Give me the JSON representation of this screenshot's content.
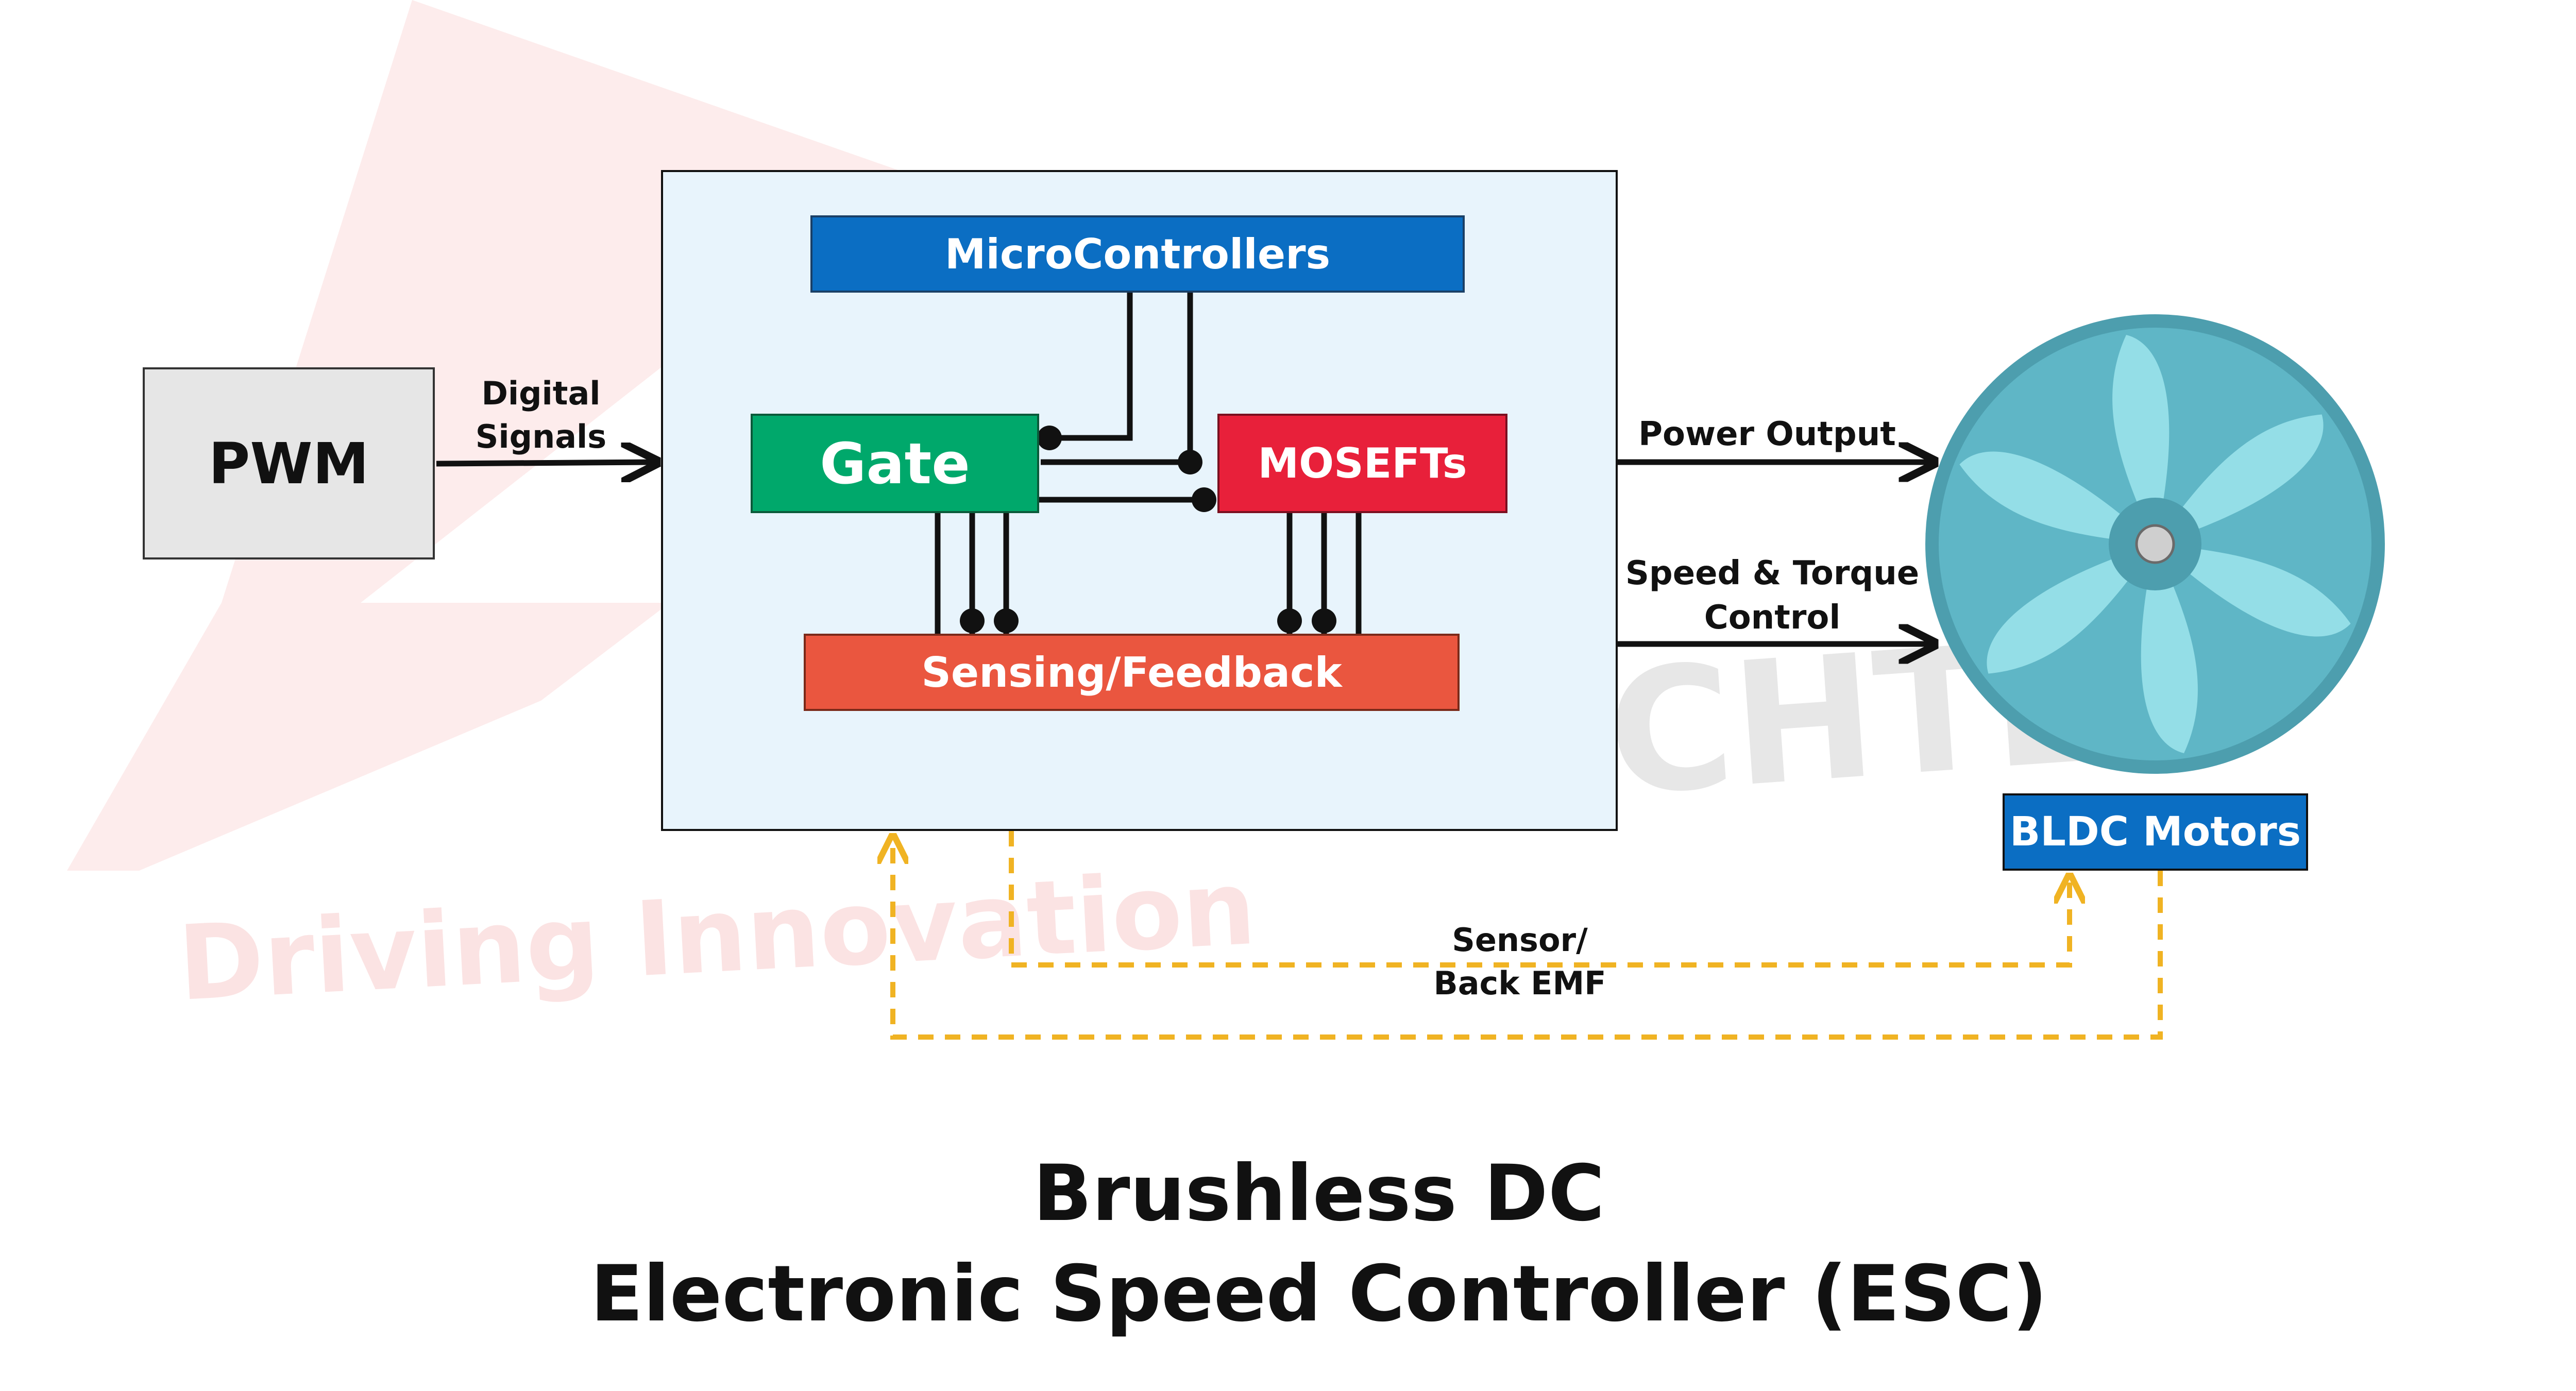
{
  "watermark": {
    "tagline": "Driving Innovation",
    "brand_fragment": "CHTE"
  },
  "blocks": {
    "pwm": "PWM",
    "microcontrollers": "MicroControllers",
    "gate": "Gate",
    "mosfets": "MOSEFTs",
    "sensing": "Sensing/Feedback",
    "bldc": "BLDC Motors"
  },
  "labels": {
    "digital_signals": [
      "Digital",
      "Signals"
    ],
    "power_output": "Power Output",
    "speed_torque": [
      "Speed & Torque",
      "Control"
    ],
    "sensor_back_emf": [
      "Sensor/",
      "Back EMF"
    ]
  },
  "title": {
    "line1": "Brushless DC",
    "line2": "Electronic Speed Controller (ESC)"
  },
  "colors": {
    "microcontrollers": "#0b6ec3",
    "gate": "#00a86b",
    "mosfets": "#e8203a",
    "sensing": "#ea563f",
    "bldc": "#0b6ec3",
    "panel": "#e8f4fc",
    "feedback_lines": "#f0b323",
    "motor": "#5fb6c6"
  },
  "icons": {
    "motor": "bldc-motor-icon"
  }
}
